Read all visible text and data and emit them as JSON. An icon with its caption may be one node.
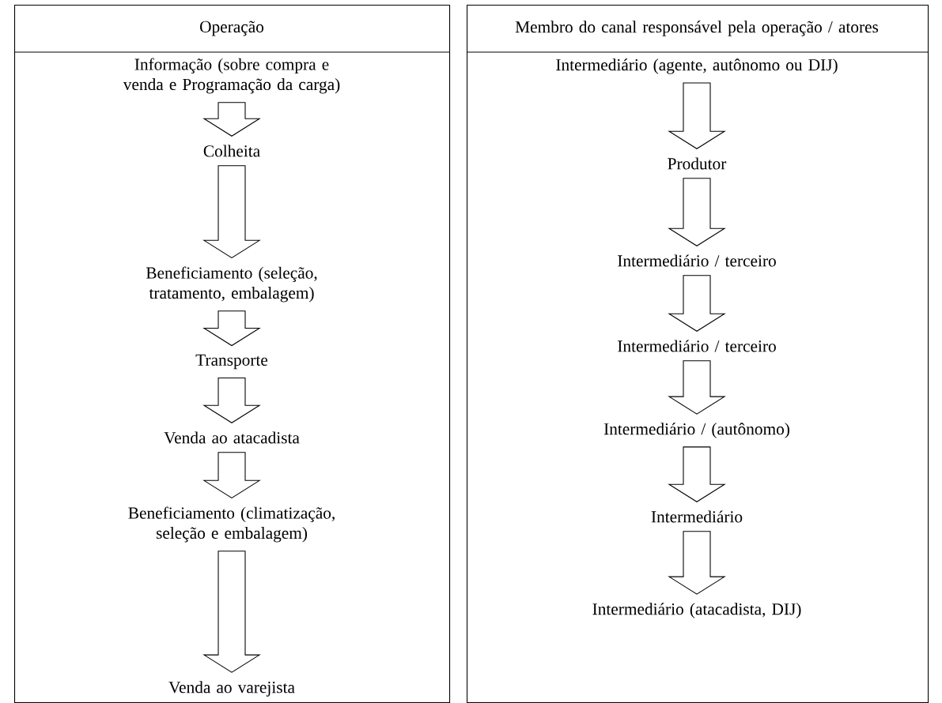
{
  "diagram": {
    "nodes": [
      {
        "text": [
          "Operação"
        ]
      },
      {
        "text": [
          "Informação (sobre compra e venda e Programação da carga)"
        ],
        "in": 0
      },
      {
        "text": [
          "Colheita"
        ],
        "in": 0
      },
      {
        "text": [
          "Beneficiamento (seleção, tratamento, embalagem)"
        ],
        "in": 0
      },
      {
        "text": [
          "Transporte"
        ],
        "in": 0
      },
      {
        "text": [
          "Venda ao atacadista"
        ],
        "in": 0
      },
      {
        "text": [
          "Beneficiamento (climatização, seleção e embalagem)"
        ],
        "in": 0
      },
      {
        "text": [
          "Venda ao varejista"
        ],
        "in": 0
      },
      {
        "text": [
          "Membro do canal responsável pela operação / atores"
        ]
      },
      {
        "text": [
          "Intermediário (agente, autônomo ou DIJ)"
        ],
        "in": 8
      },
      {
        "text": [
          "Produtor"
        ],
        "in": 8
      },
      {
        "text": [
          "Intermediário / terceiro"
        ],
        "in": 8
      },
      {
        "text": [
          "Intermediário / terceiro"
        ],
        "in": 8
      },
      {
        "text": [
          "Intermediário / (autônomo)"
        ],
        "in": 8
      },
      {
        "text": [
          "Intermediário"
        ],
        "in": 8
      },
      {
        "text": [
          "Intermediário (atacadista, DIJ)"
        ],
        "in": 8
      }
    ],
    "edges": [
      {
        "from": 1,
        "to": 2,
        "arrow": "to"
      },
      {
        "from": 2,
        "to": 3,
        "arrow": "to"
      },
      {
        "from": 3,
        "to": 4,
        "arrow": "to"
      },
      {
        "from": 4,
        "to": 5,
        "arrow": "to"
      },
      {
        "from": 5,
        "to": 6,
        "arrow": "to"
      },
      {
        "from": 6,
        "to": 7,
        "arrow": "to"
      },
      {
        "from": 9,
        "to": 10,
        "arrow": "to"
      },
      {
        "from": 10,
        "to": 11,
        "arrow": "to"
      },
      {
        "from": 11,
        "to": 12,
        "arrow": "to"
      },
      {
        "from": 12,
        "to": 13,
        "arrow": "to"
      },
      {
        "from": 13,
        "to": 14,
        "arrow": "to"
      },
      {
        "from": 14,
        "to": 15,
        "arrow": "to"
      }
    ]
  }
}
